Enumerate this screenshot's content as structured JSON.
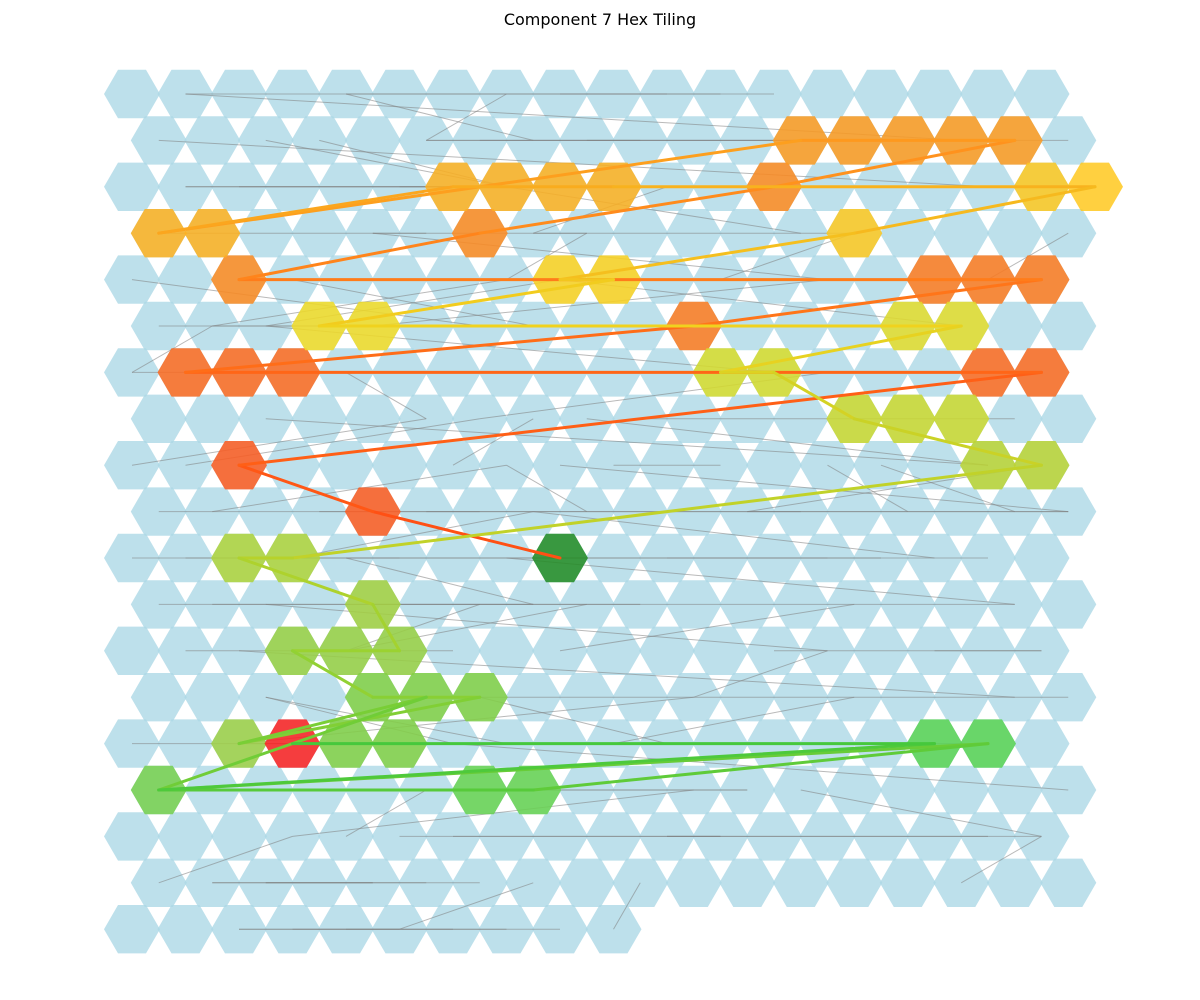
{
  "title": "Component 7 Hex Tiling",
  "colors": {
    "base_tile": "#add8e6",
    "background_path": "#808080",
    "start": "#228b22",
    "end": "#ff0000"
  },
  "grid": {
    "rows": 19,
    "even_row_cols": 18,
    "odd_row_cols": 18,
    "last_row_cols": 10
  },
  "highlighted_cells": [
    {
      "row": 10,
      "col": 8,
      "color": "#228b22"
    },
    {
      "row": 9,
      "col": 4,
      "color": "#ff5a1f"
    },
    {
      "row": 8,
      "col": 2,
      "color": "#ff5a1f"
    },
    {
      "row": 6,
      "col": 16,
      "color": "#ff6a1f"
    },
    {
      "row": 6,
      "col": 17,
      "color": "#ff6a1f"
    },
    {
      "row": 6,
      "col": 1,
      "color": "#ff6a1f"
    },
    {
      "row": 6,
      "col": 2,
      "color": "#ff6a1f"
    },
    {
      "row": 6,
      "col": 3,
      "color": "#ff6a1f"
    },
    {
      "row": 5,
      "col": 10,
      "color": "#ff7a1f"
    },
    {
      "row": 4,
      "col": 15,
      "color": "#ff7a1f"
    },
    {
      "row": 4,
      "col": 16,
      "color": "#ff7a1f"
    },
    {
      "row": 4,
      "col": 17,
      "color": "#ff7a1f"
    },
    {
      "row": 4,
      "col": 2,
      "color": "#ff8a1f"
    },
    {
      "row": 3,
      "col": 6,
      "color": "#ff8a1f"
    },
    {
      "row": 2,
      "col": 12,
      "color": "#ff8a1f"
    },
    {
      "row": 1,
      "col": 12,
      "color": "#ff9a1f"
    },
    {
      "row": 1,
      "col": 13,
      "color": "#ff9a1f"
    },
    {
      "row": 1,
      "col": 14,
      "color": "#ff9a1f"
    },
    {
      "row": 1,
      "col": 15,
      "color": "#ff9a1f"
    },
    {
      "row": 1,
      "col": 16,
      "color": "#ff9a1f"
    },
    {
      "row": 2,
      "col": 6,
      "color": "#ffb01f"
    },
    {
      "row": 2,
      "col": 7,
      "color": "#ffb01f"
    },
    {
      "row": 2,
      "col": 8,
      "color": "#ffb01f"
    },
    {
      "row": 2,
      "col": 9,
      "color": "#ffb01f"
    },
    {
      "row": 3,
      "col": 0,
      "color": "#ffb01f"
    },
    {
      "row": 3,
      "col": 1,
      "color": "#ffb01f"
    },
    {
      "row": 2,
      "col": 17,
      "color": "#ffc81f"
    },
    {
      "row": 2,
      "col": 18,
      "color": "#ffc81f"
    },
    {
      "row": 3,
      "col": 13,
      "color": "#ffc81f"
    },
    {
      "row": 4,
      "col": 8,
      "color": "#ffd21f"
    },
    {
      "row": 4,
      "col": 9,
      "color": "#ffd21f"
    },
    {
      "row": 5,
      "col": 3,
      "color": "#f4dc24"
    },
    {
      "row": 5,
      "col": 4,
      "color": "#f4dc24"
    },
    {
      "row": 5,
      "col": 14,
      "color": "#e4dc2a"
    },
    {
      "row": 5,
      "col": 15,
      "color": "#e4dc2a"
    },
    {
      "row": 6,
      "col": 11,
      "color": "#d8dc2a"
    },
    {
      "row": 6,
      "col": 12,
      "color": "#d8dc2a"
    },
    {
      "row": 7,
      "col": 13,
      "color": "#ccd82e"
    },
    {
      "row": 7,
      "col": 14,
      "color": "#ccd82e"
    },
    {
      "row": 7,
      "col": 15,
      "color": "#ccd82e"
    },
    {
      "row": 8,
      "col": 16,
      "color": "#bcd432"
    },
    {
      "row": 8,
      "col": 17,
      "color": "#bcd432"
    },
    {
      "row": 10,
      "col": 2,
      "color": "#b0d43a"
    },
    {
      "row": 10,
      "col": 3,
      "color": "#b0d43a"
    },
    {
      "row": 11,
      "col": 4,
      "color": "#a4d03e"
    },
    {
      "row": 12,
      "col": 3,
      "color": "#9ad042"
    },
    {
      "row": 12,
      "col": 4,
      "color": "#9ad042"
    },
    {
      "row": 12,
      "col": 5,
      "color": "#9ad042"
    },
    {
      "row": 13,
      "col": 4,
      "color": "#84d044"
    },
    {
      "row": 13,
      "col": 5,
      "color": "#84d044"
    },
    {
      "row": 13,
      "col": 6,
      "color": "#84d044"
    },
    {
      "row": 14,
      "col": 2,
      "color": "#a0d044"
    },
    {
      "row": 14,
      "col": 4,
      "color": "#84d044"
    },
    {
      "row": 14,
      "col": 5,
      "color": "#84d044"
    },
    {
      "row": 15,
      "col": 0,
      "color": "#78d04c"
    },
    {
      "row": 15,
      "col": 6,
      "color": "#6ad450"
    },
    {
      "row": 15,
      "col": 7,
      "color": "#6ad450"
    },
    {
      "row": 14,
      "col": 15,
      "color": "#5ad452"
    },
    {
      "row": 14,
      "col": 16,
      "color": "#5ad452"
    },
    {
      "row": 14,
      "col": 3,
      "color": "#ff2020"
    }
  ],
  "main_path": [
    [
      10,
      8
    ],
    [
      9,
      4
    ],
    [
      8,
      2
    ],
    [
      6,
      17
    ],
    [
      6,
      1
    ],
    [
      5,
      10
    ],
    [
      4,
      17
    ],
    [
      4,
      2
    ],
    [
      3,
      6
    ],
    [
      2,
      12
    ],
    [
      1,
      16
    ],
    [
      1,
      12
    ],
    [
      3,
      0
    ],
    [
      2,
      6
    ],
    [
      2,
      9
    ],
    [
      2,
      18
    ],
    [
      3,
      13
    ],
    [
      4,
      8
    ],
    [
      4,
      9
    ],
    [
      5,
      3
    ],
    [
      5,
      15
    ],
    [
      6,
      11
    ],
    [
      6,
      12
    ],
    [
      7,
      13
    ],
    [
      8,
      17
    ],
    [
      10,
      3
    ],
    [
      10,
      2
    ],
    [
      11,
      4
    ],
    [
      12,
      5
    ],
    [
      12,
      3
    ],
    [
      13,
      4
    ],
    [
      13,
      6
    ],
    [
      14,
      2
    ],
    [
      13,
      5
    ],
    [
      15,
      0
    ],
    [
      14,
      16
    ],
    [
      15,
      7
    ],
    [
      15,
      0
    ],
    [
      14,
      15
    ],
    [
      14,
      3
    ]
  ]
}
